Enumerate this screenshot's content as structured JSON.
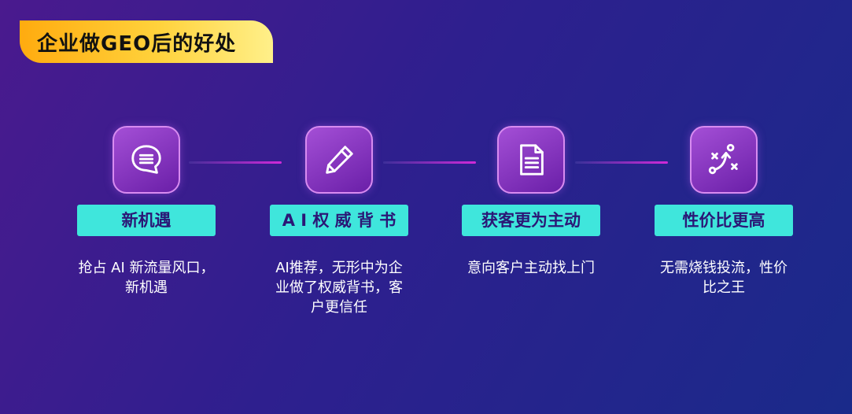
{
  "title": "企业做GEO后的好处",
  "steps": [
    {
      "icon": "chat-bubble-icon",
      "label": "新机遇",
      "desc": "抢占 AI 新流量风口，新机遇"
    },
    {
      "icon": "pen-icon",
      "label": "A I 权 威 背 书",
      "desc": "AI推荐，无形中为企业做了权威背书，客户更信任"
    },
    {
      "icon": "document-icon",
      "label": "获客更为主动",
      "desc": "意向客户主动找上门"
    },
    {
      "icon": "strategy-route-icon",
      "label": "性价比更高",
      "desc": "无需烧钱投流，性价比之王"
    }
  ],
  "colors": {
    "label_bg": "#3fe6dc",
    "label_text": "#2b1776",
    "title_bg": "#ffc020",
    "icon_bg": "#8a3ac8"
  }
}
